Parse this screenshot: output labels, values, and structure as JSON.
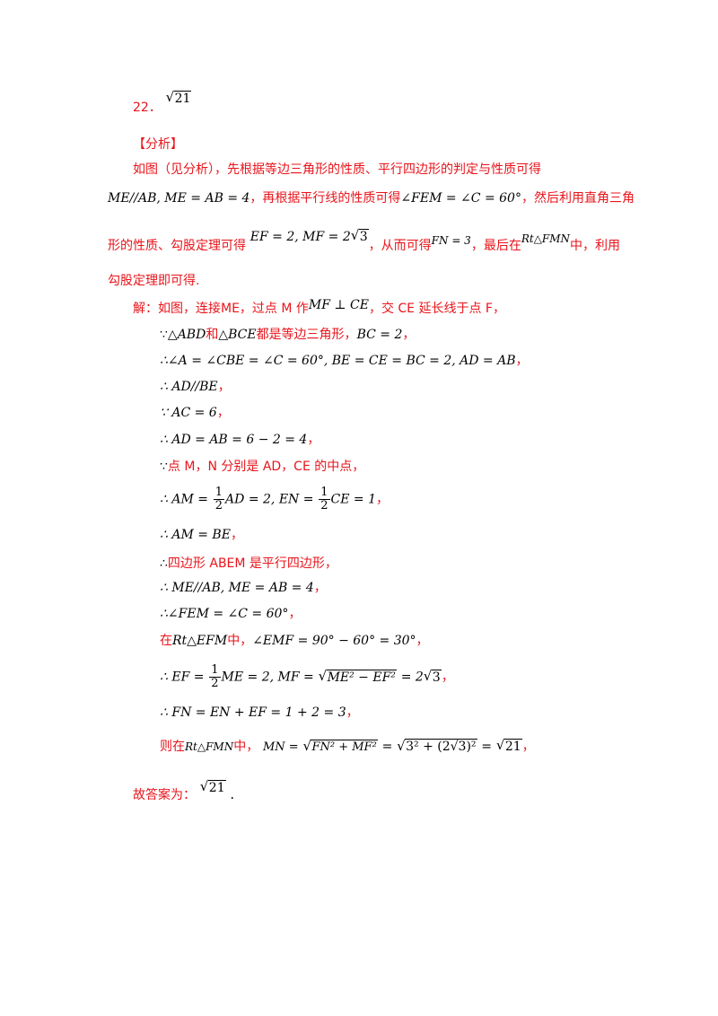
{
  "q_number": "22．",
  "q_answer_radicand": "21",
  "analysis_title": "【分析】",
  "analysis": {
    "l1": "如图（见分析），先根据等边三角形的性质、平行四边形的判定与性质可得",
    "l2_math": "ME//AB, ME = AB = 4",
    "l2_text": "，再根据平行线的性质可得",
    "l2_math2": "∠FEM = ∠C = 60°",
    "l2_text2": "，然后利用直角三角",
    "l3_text1": "形的性质、勾股定理可得",
    "l3_math": "EF = 2, MF = 2",
    "l3_rad": "3",
    "l3_text2": "，从而可得",
    "l3_math2": "FN = 3",
    "l3_text3": "，最后在",
    "l3_math3": "Rt△FMN",
    "l3_text4": "中，利用",
    "l4": "勾股定理即可得."
  },
  "solution": {
    "s1_text1": "解：如图，连接ME，过点 M 作",
    "s1_math": "MF ⊥ CE",
    "s1_text2": "，交 CE 延长线于点 F，",
    "s2_pre": "∵",
    "s2_m1": "△ABD",
    "s2_t1": "和",
    "s2_m2": "△BCE",
    "s2_t2": "都是等边三角形，",
    "s2_m3": "BC = 2",
    "s2_end": "，",
    "s3_math": "∴∠A = ∠CBE = ∠C = 60°, BE = CE = BC = 2, AD = AB",
    "s3_end": "，",
    "s4_math": "∴ AD//BE",
    "s4_end": "，",
    "s5_math": "∵ AC = 6",
    "s5_end": "，",
    "s6_math": "∴ AD = AB = 6 − 2 = 4",
    "s6_end": "，",
    "s7_pre": "∵",
    "s7_text": "点 M，N 分别是 AD，CE 的中点，",
    "s8_a": "∴ AM =",
    "s8_b": "AD = 2, EN =",
    "s8_c": "CE = 1",
    "s8_end": "，",
    "frac_num": "1",
    "frac_den": "2",
    "s9_math": "∴ AM = BE",
    "s9_end": "，",
    "s10_pre": "∴",
    "s10_text": "四边形 ABEM 是平行四边形，",
    "s11_math": "∴ ME//AB, ME = AB = 4",
    "s11_end": "，",
    "s12_math": "∴∠FEM = ∠C = 60°",
    "s12_end": "，",
    "s13_t1": "在",
    "s13_m1": "Rt△EFM",
    "s13_t2": "中，",
    "s13_m2": "∠EMF = 90° − 60° = 30°",
    "s13_end": "，",
    "s14_a": "∴ EF =",
    "s14_b": "ME = 2, MF =",
    "s14_rad": "ME² − EF²",
    "s14_c": "= 2",
    "s14_rad2": "3",
    "s14_end": "，",
    "s15_math": "∴ FN = EN + EF = 1 + 2 = 3",
    "s15_end": "，",
    "s16_t1": "则在",
    "s16_m1": "Rt△FMN",
    "s16_t2": "中，",
    "s16_a": "MN =",
    "s16_rad1": "FN² + MF²",
    "s16_eq1": "=",
    "s16_rad2": "3² + (2√3)²",
    "s16_eq2": "=",
    "s16_rad3": "21",
    "s16_end": "，"
  },
  "final_label": "故答案为：",
  "final_radicand": "21",
  "final_end": "."
}
